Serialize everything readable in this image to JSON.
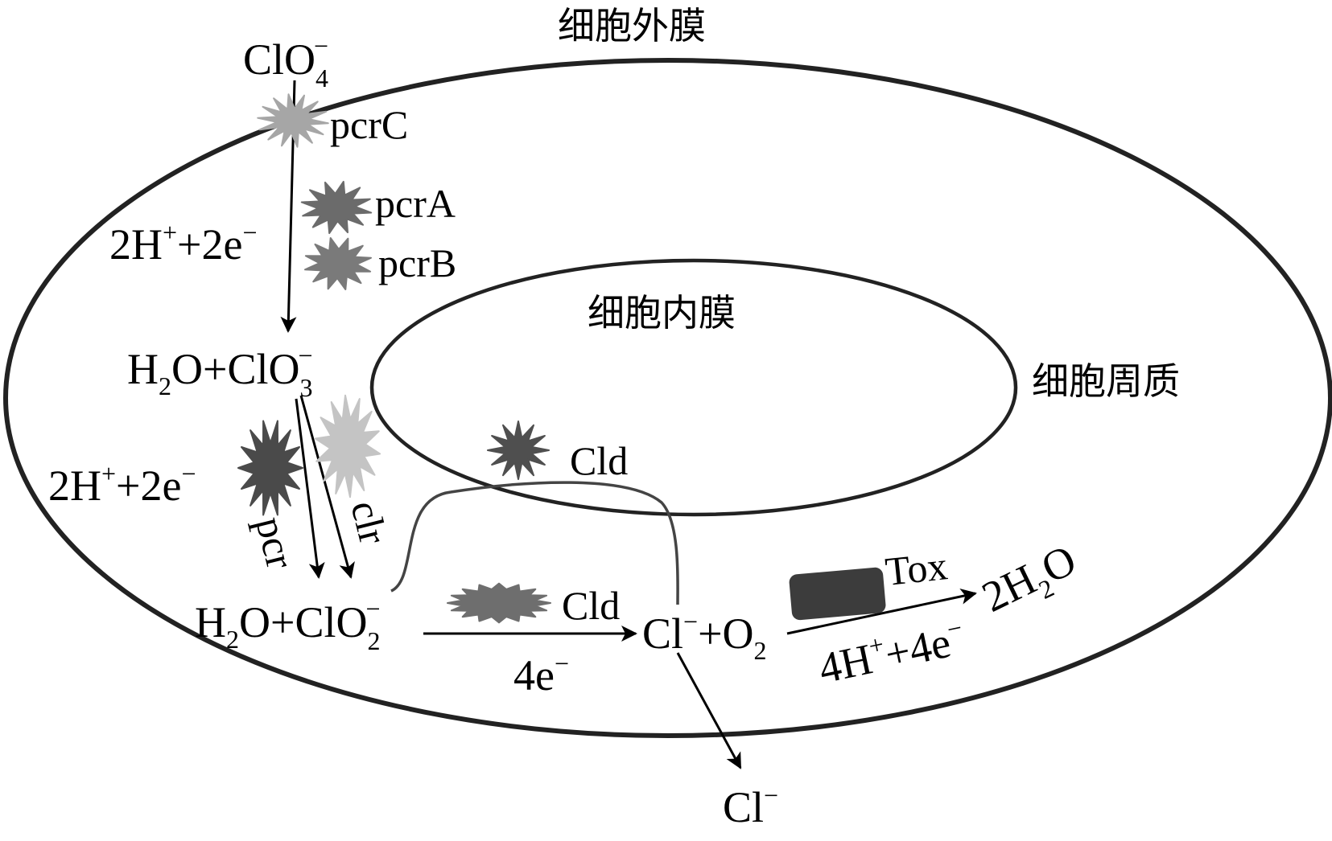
{
  "membranes": {
    "outer": "细胞外膜",
    "inner": "细胞内膜",
    "periplasm": "细胞周质"
  },
  "species": {
    "perchlorate": {
      "base": "ClO",
      "sub": "4",
      "sup": "−"
    },
    "chlorate": {
      "prefix": "H",
      "prefix_sub": "2",
      "middle": "O+ClO",
      "sub": "3",
      "sup": "−"
    },
    "chlorite": {
      "prefix": "H",
      "prefix_sub": "2",
      "middle": "O+ClO",
      "sub": "2",
      "sup": "−"
    },
    "products": {
      "base": "Cl",
      "sup": "−",
      "middle": "+O",
      "sub": "2"
    },
    "chloride_out": {
      "base": "Cl",
      "sup": "−"
    },
    "water": {
      "base": "2H",
      "sub": "2",
      "tail": "O"
    }
  },
  "electrons": {
    "first": {
      "a": "2H",
      "a_sup": "+",
      "b": "+2e",
      "b_sup": "−"
    },
    "second": {
      "a": "2H",
      "a_sup": "+",
      "b": "+2e",
      "b_sup": "−"
    },
    "chlorite_step": {
      "a": "4e",
      "a_sup": "−"
    },
    "tox_step": {
      "a": "4H",
      "a_sup": "+",
      "b": "+4e",
      "b_sup": "−"
    }
  },
  "enzymes": {
    "pcrC": "pcrC",
    "pcrA": "pcrA",
    "pcrB": "pcrB",
    "pcr": "pcr",
    "clr": "clr",
    "cld_inner": "Cld",
    "cld_periplasm": "Cld",
    "tox": "Tox"
  },
  "colors": {
    "pcrC": "#a6a6a6",
    "pcrA": "#6b6b6b",
    "pcrB": "#7a7a7a",
    "pcr": "#4a4a4a",
    "clr": "#c4c4c4",
    "cld_inner": "#4f4f4f",
    "cld_periplasm": "#6e6e6e",
    "tox": "#3c3c3c"
  }
}
